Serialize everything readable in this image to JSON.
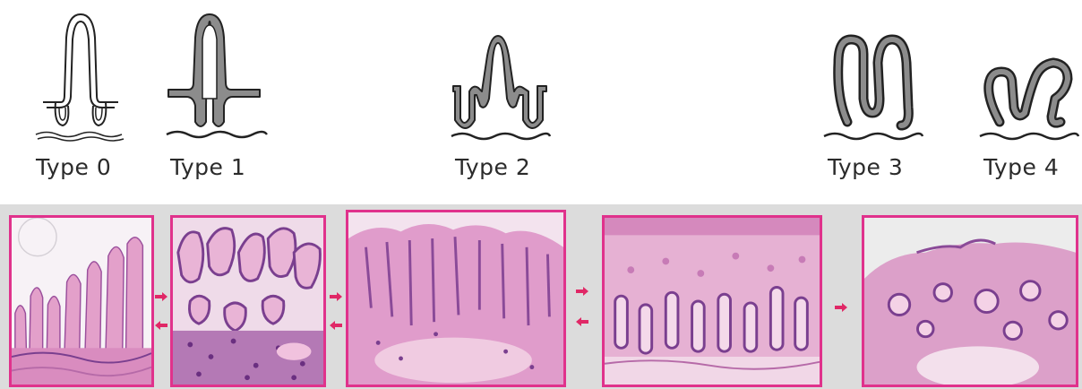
{
  "types": [
    {
      "label": "Type 0",
      "icon": "villus-type-0-icon"
    },
    {
      "label": "Type 1",
      "icon": "villus-type-1-icon"
    },
    {
      "label": "Type 2",
      "icon": "villus-type-2-icon"
    },
    {
      "label": "Type 3",
      "icon": "villus-type-3-icon"
    },
    {
      "label": "Type 4",
      "icon": "villus-type-4-icon"
    }
  ],
  "panels": [
    {
      "name": "histology-panel-type-0"
    },
    {
      "name": "histology-panel-type-1"
    },
    {
      "name": "histology-panel-type-2"
    },
    {
      "name": "histology-panel-type-3"
    },
    {
      "name": "histology-panel-type-4"
    }
  ],
  "colors": {
    "panel_border": "#e0328c",
    "arrow": "#e02866",
    "strip_background": "#dcdcdc",
    "tissue_pink": "#e9a6cf",
    "nuclei_purple": "#7a3f8f",
    "outline": "#222222",
    "fill_light": "#ffffff",
    "fill_dark": "#8c8c8c"
  }
}
